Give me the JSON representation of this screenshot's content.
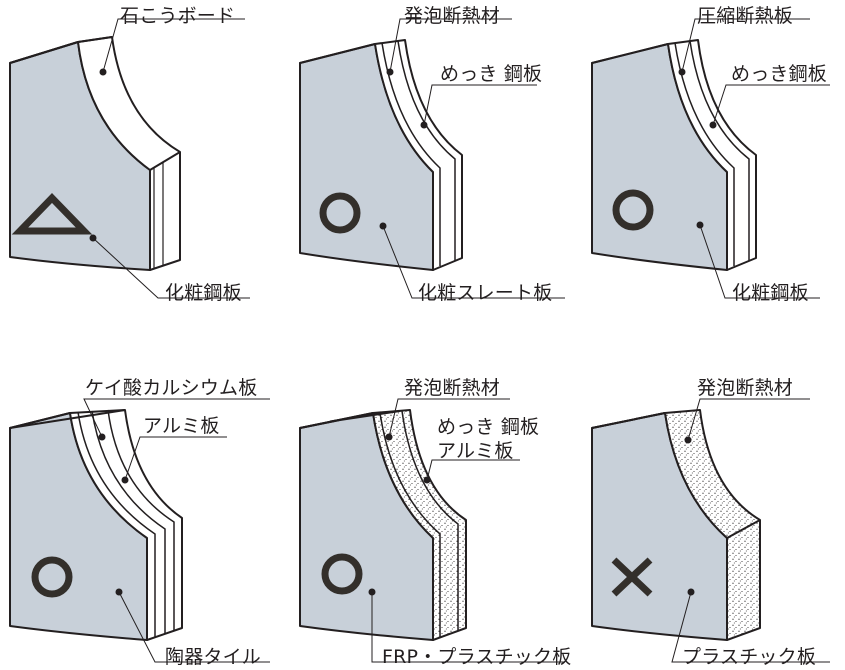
{
  "panels": [
    {
      "id": "p1",
      "rating": "triangle",
      "rating_label": "△",
      "labels": {
        "core": "石こうボード",
        "face": "化粧鋼板"
      }
    },
    {
      "id": "p2",
      "rating": "circle",
      "rating_label": "○",
      "labels": {
        "core": "発泡断熱材",
        "layer": "めっき 鋼板",
        "face": "化粧スレート板"
      }
    },
    {
      "id": "p3",
      "rating": "circle",
      "rating_label": "○",
      "labels": {
        "core": "圧縮断熱板",
        "layer": "めっき鋼板",
        "face": "化粧鋼板"
      }
    },
    {
      "id": "p4",
      "rating": "circle",
      "rating_label": "○",
      "labels": {
        "core": "ケイ酸カルシウム板",
        "layer": "アルミ板",
        "face": "陶器タイル"
      }
    },
    {
      "id": "p5",
      "rating": "circle",
      "rating_label": "○",
      "labels": {
        "core": "発泡断熱材",
        "layer1": "めっき 鋼板",
        "layer2": "アルミ板",
        "face": "FRP・プラスチック板"
      }
    },
    {
      "id": "p6",
      "rating": "cross",
      "rating_label": "×",
      "labels": {
        "core": "発泡断熱材",
        "face": "プラスチック板"
      }
    }
  ],
  "colors": {
    "face": "#c8d0d9",
    "core": "#ffffff",
    "line": "#231f20"
  }
}
